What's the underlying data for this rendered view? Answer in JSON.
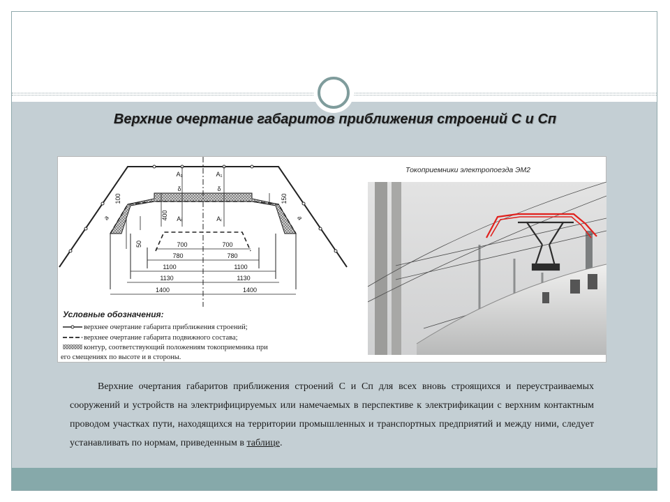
{
  "title": "Верхние очертание габаритов приближения строений С и Сп",
  "diagram": {
    "labels": {
      "a1_left": "A₁",
      "a1_right": "A₁",
      "delta_left": "δ",
      "delta_right": "δ",
      "dim_100": "100",
      "dim_150": "150",
      "dim_400": "400",
      "dim_50": "50",
      "ai_left": "Aᵢ",
      "ai_right": "Aᵢ",
      "a_left": "a",
      "a_right": "a"
    },
    "widths": [
      {
        "left": "700",
        "right": "700"
      },
      {
        "left": "780",
        "right": "780"
      },
      {
        "left": "1100",
        "right": "1100"
      },
      {
        "left": "1130",
        "right": "1130"
      },
      {
        "left": "1400",
        "right": "1400"
      }
    ]
  },
  "legend": {
    "title": "Условные обозначения:",
    "items": [
      "верхнее очертание габарита приближения строений;",
      "верхнее очертание габарита подвижного состава;",
      "контур,  соответствующий  положениям  токоприемника  при"
    ],
    "continuation": "его смещениях по высоте и в стороны."
  },
  "photo": {
    "caption": "Токоприемники электропоезда  ЭМ2",
    "highlight_color": "#e0201c"
  },
  "paragraph": {
    "text": "Верхние очертания габаритов приближения строений С и Сп для всех вновь строящихся и переустраиваемых сооружений и устройств на электрифицируемых или намечаемых в перспективе к электрификации с верхним контактным проводом участках пути, находящихся на территории промышленных и транспортных предприятий и между ними, следует устанавливать по нормам, приведенным в ",
    "link": "таблице",
    "end": "."
  },
  "colors": {
    "content_bg": "#c4cfd4",
    "footer_bg": "#86a9aa",
    "ring": "#7f9c9c"
  }
}
